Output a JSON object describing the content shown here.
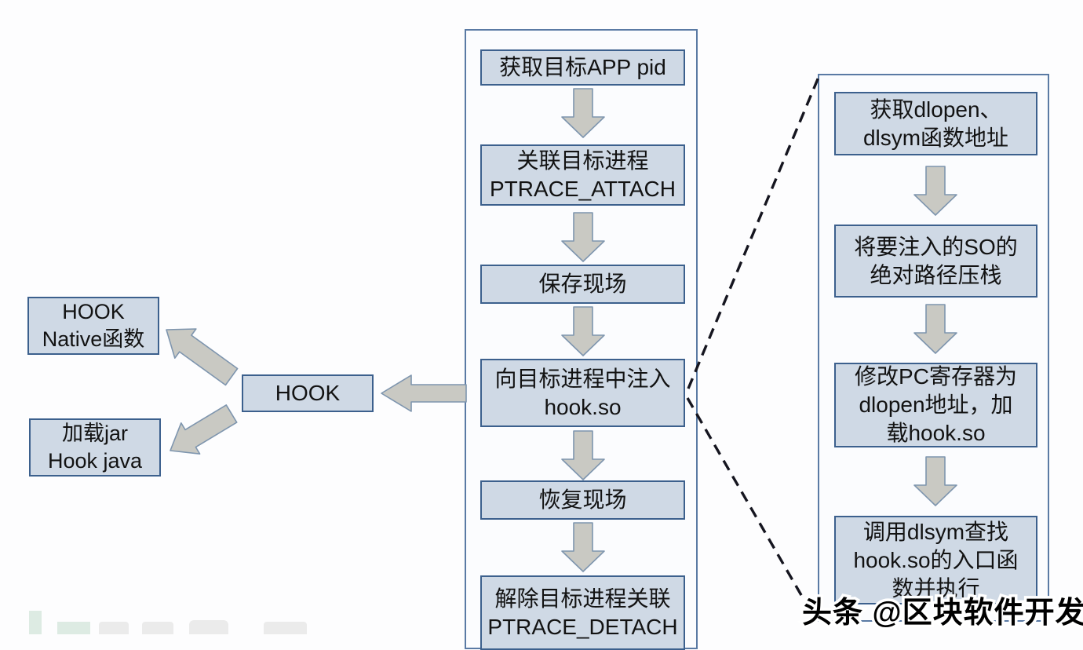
{
  "diagram": {
    "hook_branch": {
      "hook_native": "HOOK\nNative函数",
      "load_jar": "加载jar\nHook java",
      "hook": "HOOK"
    },
    "main_flow": {
      "steps": [
        "获取目标APP pid",
        "关联目标进程\nPTRACE_ATTACH",
        "保存现场",
        "向目标进程中注入\nhook.so",
        "恢复现场",
        "解除目标进程关联\nPTRACE_DETACH"
      ]
    },
    "inject_detail_flow": {
      "steps": [
        "获取dlopen、\ndlsym函数地址",
        "将要注入的SO的\n绝对路径压栈",
        "修改PC寄存器为\ndlopen地址，加\n载hook.so",
        "调用dlsym查找\nhook.so的入口函\n数并执行"
      ]
    },
    "watermark": "头条 @区块软件开发",
    "colors": {
      "box_fill": "#cfd9e5",
      "box_border": "#3c608d",
      "panel_border": "#5a7aa4",
      "arrow_fill": "#c9c9c3",
      "arrow_outline": "#7e95ae",
      "dashed_connector": "#15151f",
      "watermark_text": "#000000",
      "watermark_outline": "#ffffff"
    }
  }
}
